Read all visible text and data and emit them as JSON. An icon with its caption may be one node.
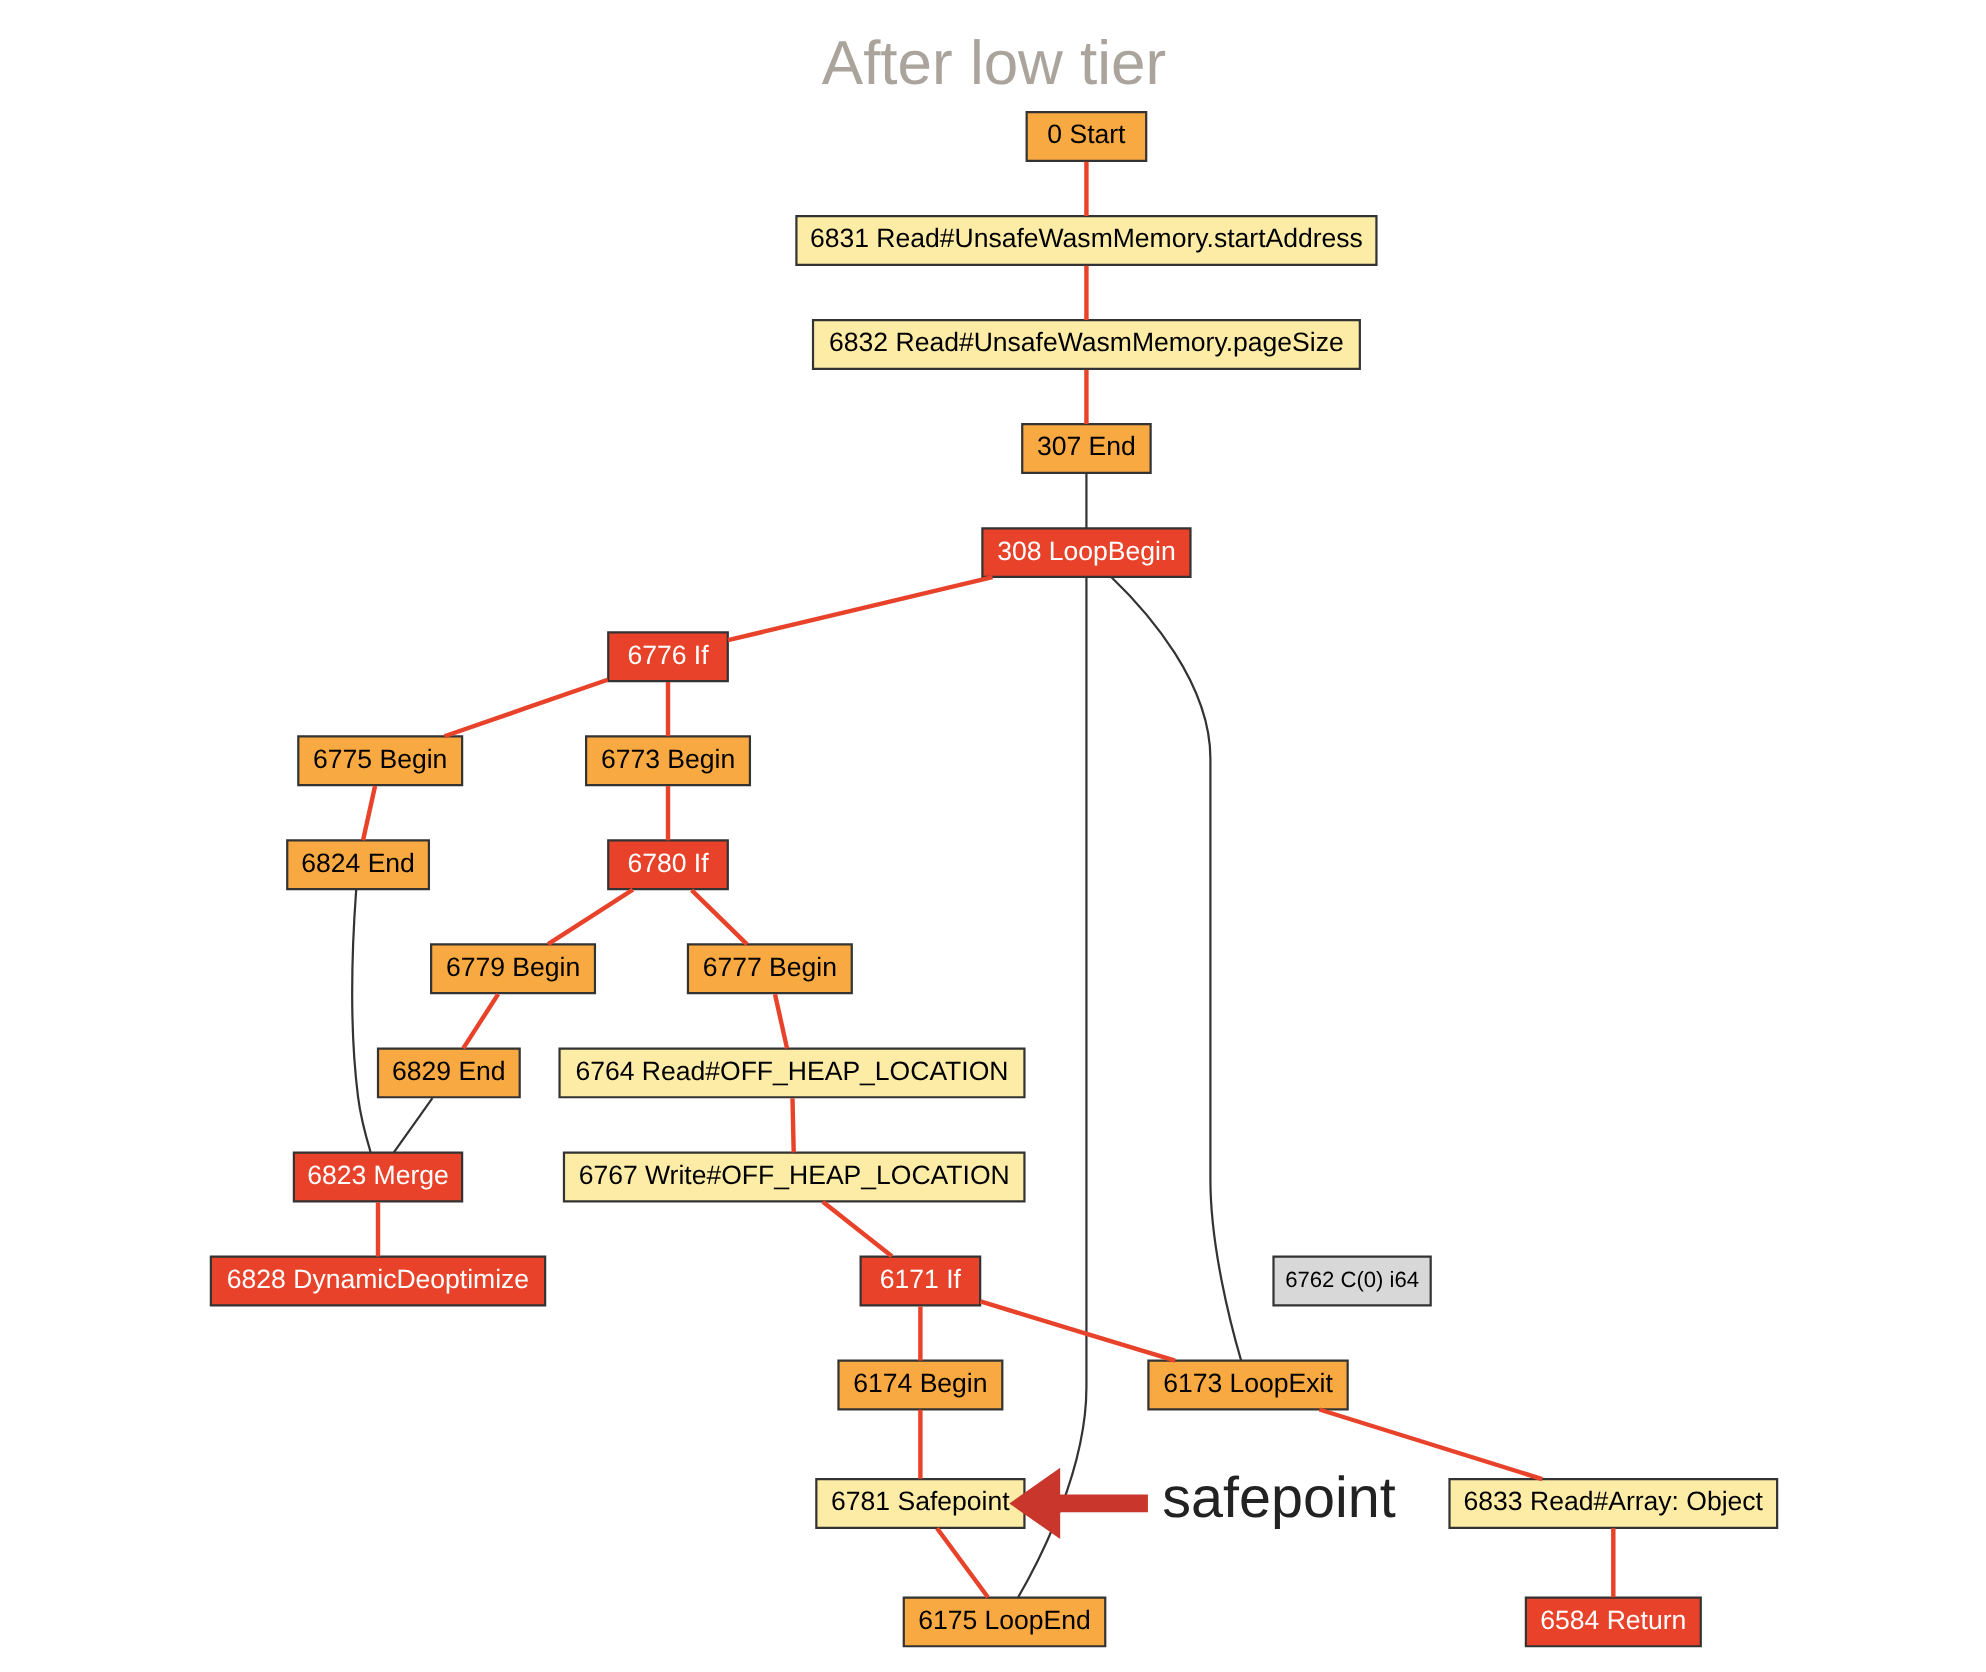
{
  "diagram": {
    "title": "After low tier",
    "nodes": [
      {
        "text": [
          "0 Start"
        ]
      },
      {
        "text": [
          "6831 Read#UnsafeWasmMemory.startAddress"
        ]
      },
      {
        "text": [
          "6832 Read#UnsafeWasmMemory.pageSize"
        ]
      },
      {
        "text": [
          "307 End"
        ]
      },
      {
        "text": [
          "308 LoopBegin"
        ]
      },
      {
        "text": [
          "6776 If"
        ]
      },
      {
        "text": [
          "6773 Begin"
        ]
      },
      {
        "text": [
          "6775 Begin"
        ]
      },
      {
        "text": [
          "6780 If"
        ]
      },
      {
        "text": [
          "6779 Begin"
        ]
      },
      {
        "text": [
          "6777 Begin"
        ]
      },
      {
        "text": [
          "6824 End"
        ]
      },
      {
        "text": [
          "6829 End"
        ]
      },
      {
        "text": [
          "6764 Read#OFF_HEAP_LOCATION"
        ]
      },
      {
        "text": [
          "6823 Merge"
        ]
      },
      {
        "text": [
          "6767 Write#OFF_HEAP_LOCATION"
        ]
      },
      {
        "text": [
          "6828 DynamicDeoptimize"
        ]
      },
      {
        "text": [
          "6762 C(0) i64"
        ]
      },
      {
        "text": [
          "6171 If"
        ]
      },
      {
        "text": [
          "6173 LoopExit"
        ]
      },
      {
        "text": [
          "6174 Begin"
        ]
      },
      {
        "text": [
          "6833 Read#Array: Object"
        ]
      },
      {
        "text": [
          "6781 Safepoint"
        ]
      },
      {
        "text": [
          "6584 Return"
        ]
      },
      {
        "text": [
          "6175 LoopEnd"
        ]
      },
      {
        "text": [
          "safepoint"
        ]
      }
    ],
    "edges": [
      {
        "from": 0,
        "to": 1,
        "arrow": "none"
      },
      {
        "from": 1,
        "to": 2,
        "arrow": "none"
      },
      {
        "from": 2,
        "to": 3,
        "arrow": "none"
      },
      {
        "from": 3,
        "to": 4,
        "arrow": "none",
        "color": "#333333"
      },
      {
        "from": 4,
        "to": 5,
        "arrow": "none"
      },
      {
        "from": 4,
        "to": 19,
        "arrow": "none",
        "color": "#333333"
      },
      {
        "from": 4,
        "to": 24,
        "arrow": "none",
        "color": "#333333"
      },
      {
        "from": 5,
        "to": 7,
        "arrow": "none"
      },
      {
        "from": 5,
        "to": 6,
        "arrow": "none"
      },
      {
        "from": 6,
        "to": 8,
        "arrow": "none"
      },
      {
        "from": 8,
        "to": 9,
        "arrow": "none"
      },
      {
        "from": 8,
        "to": 10,
        "arrow": "none"
      },
      {
        "from": 7,
        "to": 11,
        "arrow": "none"
      },
      {
        "from": 9,
        "to": 12,
        "arrow": "none"
      },
      {
        "from": 10,
        "to": 13,
        "arrow": "none"
      },
      {
        "from": 11,
        "to": 14,
        "arrow": "none",
        "color": "#333333"
      },
      {
        "from": 12,
        "to": 14,
        "arrow": "none",
        "color": "#333333"
      },
      {
        "from": 13,
        "to": 15,
        "arrow": "none"
      },
      {
        "from": 14,
        "to": 16,
        "arrow": "none"
      },
      {
        "from": 15,
        "to": 18,
        "arrow": "none"
      },
      {
        "from": 18,
        "to": 19,
        "arrow": "none"
      },
      {
        "from": 18,
        "to": 20,
        "arrow": "none"
      },
      {
        "from": 19,
        "to": 21,
        "arrow": "none"
      },
      {
        "from": 20,
        "to": 22,
        "arrow": "none"
      },
      {
        "from": 21,
        "to": 23,
        "arrow": "none"
      },
      {
        "from": 22,
        "to": 24,
        "arrow": "none"
      },
      {
        "from": 25,
        "to": 22,
        "arrow": "to",
        "style": "thick",
        "color": "#c9372c"
      }
    ]
  }
}
